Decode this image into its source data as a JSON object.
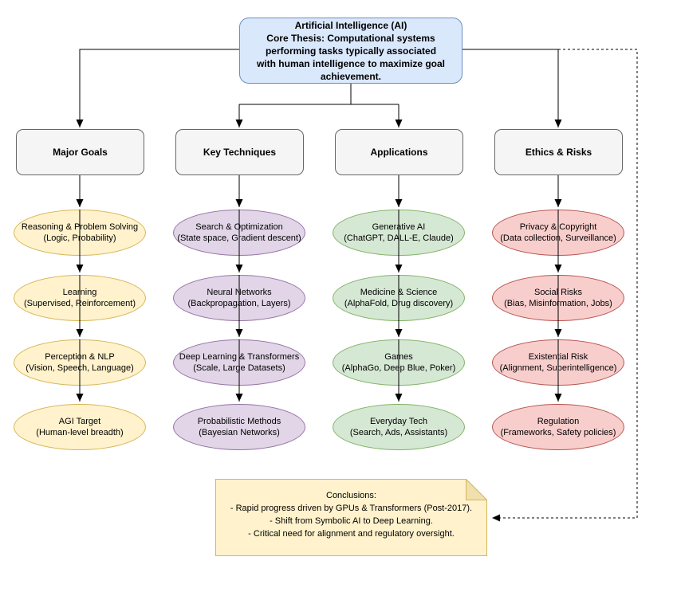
{
  "root": {
    "lines": [
      "Artificial Intelligence (AI)",
      "Core Thesis: Computational systems",
      "performing tasks typically associated",
      "with human intelligence to maximize goal",
      "achievement."
    ],
    "fill": "#DAE8FC",
    "stroke": "#6C8EBF"
  },
  "headers": {
    "fill": "#F5F5F5",
    "stroke": "#666666"
  },
  "columns": [
    {
      "header": "Major Goals",
      "fill": "#FFF2CC",
      "stroke": "#D6B656",
      "nodes": [
        {
          "title": "Reasoning & Problem Solving",
          "subtitle": "(Logic, Probability)"
        },
        {
          "title": "Learning",
          "subtitle": "(Supervised, Reinforcement)"
        },
        {
          "title": "Perception & NLP",
          "subtitle": "(Vision, Speech, Language)"
        },
        {
          "title": "AGI Target",
          "subtitle": "(Human-level breadth)"
        }
      ]
    },
    {
      "header": "Key Techniques",
      "fill": "#E1D5E7",
      "stroke": "#9673A6",
      "nodes": [
        {
          "title": "Search & Optimization",
          "subtitle": "(State space, Gradient descent)"
        },
        {
          "title": "Neural Networks",
          "subtitle": "(Backpropagation, Layers)"
        },
        {
          "title": "Deep Learning & Transformers",
          "subtitle": "(Scale, Large Datasets)"
        },
        {
          "title": "Probabilistic Methods",
          "subtitle": "(Bayesian Networks)"
        }
      ]
    },
    {
      "header": "Applications",
      "fill": "#D5E8D4",
      "stroke": "#82B366",
      "nodes": [
        {
          "title": "Generative AI",
          "subtitle": "(ChatGPT, DALL-E, Claude)"
        },
        {
          "title": "Medicine & Science",
          "subtitle": "(AlphaFold, Drug discovery)"
        },
        {
          "title": "Games",
          "subtitle": "(AlphaGo, Deep Blue, Poker)"
        },
        {
          "title": "Everyday Tech",
          "subtitle": "(Search, Ads, Assistants)"
        }
      ]
    },
    {
      "header": "Ethics & Risks",
      "fill": "#F8CECC",
      "stroke": "#B85450",
      "nodes": [
        {
          "title": "Privacy & Copyright",
          "subtitle": "(Data collection, Surveillance)"
        },
        {
          "title": "Social Risks",
          "subtitle": "(Bias, Misinformation, Jobs)"
        },
        {
          "title": "Existential Risk",
          "subtitle": "(Alignment, Superintelligence)"
        },
        {
          "title": "Regulation",
          "subtitle": "(Frameworks, Safety policies)"
        }
      ]
    }
  ],
  "note": {
    "lines": [
      "Conclusions:",
      "- Rapid progress driven by GPUs & Transformers (Post-2017).",
      "- Shift from Symbolic AI to Deep Learning.",
      "- Critical need for alignment and regulatory oversight."
    ],
    "fill": "#FFF2CC",
    "fold_fill": "#F0E0AE",
    "stroke": "#D6B656"
  },
  "connectors": {
    "stroke": "#000000"
  }
}
